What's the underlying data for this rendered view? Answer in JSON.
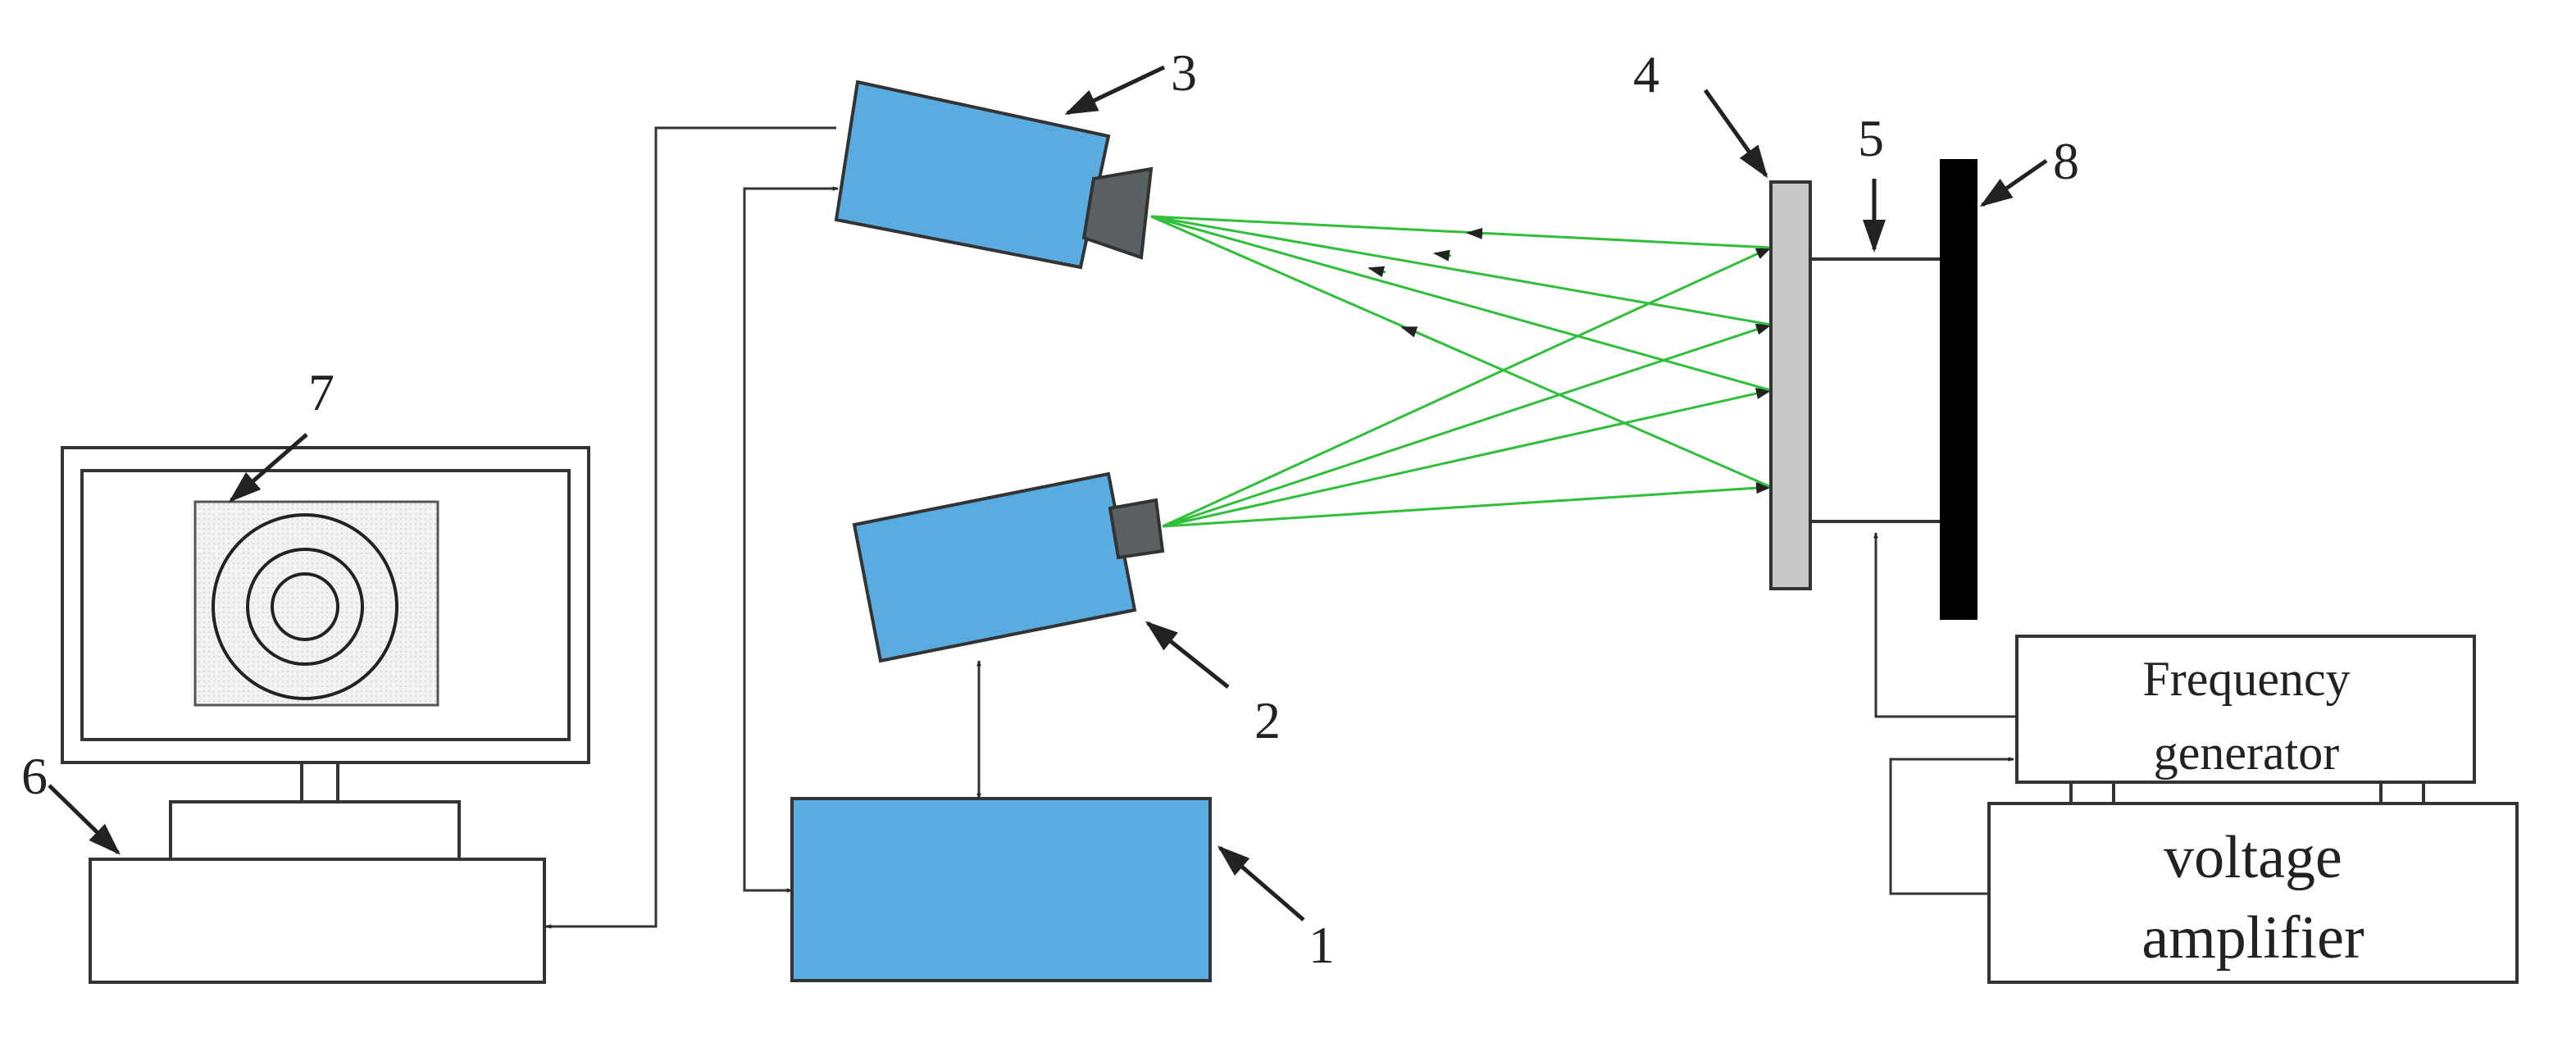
{
  "labels": {
    "n1": "1",
    "n2": "2",
    "n3": "3",
    "n4": "4",
    "n5": "5",
    "n6": "6",
    "n7": "7",
    "n8": "8"
  },
  "devices": {
    "frequency_generator": [
      "Frequency",
      "generator"
    ],
    "voltage_amplifier": [
      "voltage",
      "amplifier"
    ]
  },
  "colors": {
    "device_blue": "#5aabe0",
    "lens_gray": "#5b6063",
    "laser_green": "#2fbf3a",
    "plate_gray": "#c8c8c8",
    "base_black": "#000000",
    "line": "#333333"
  }
}
